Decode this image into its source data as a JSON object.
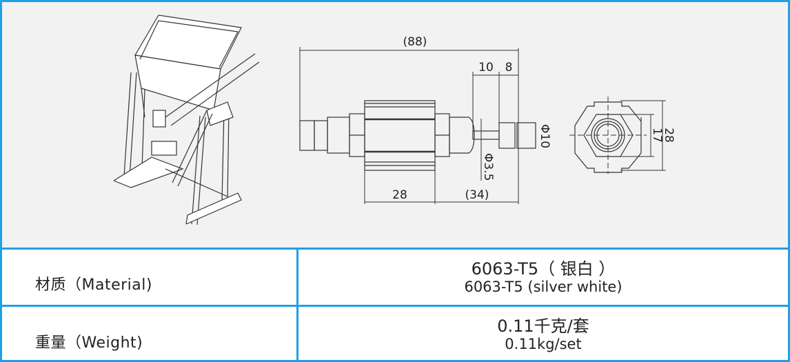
{
  "drawing": {
    "dimensions": {
      "overall_length": "(88)",
      "shaft_length": "10",
      "end_length": "8",
      "end_diameter": "Φ10",
      "shaft_diameter": "Φ3.5",
      "body_length": "28",
      "right_length": "(34)",
      "hex_size": "17",
      "profile_size": "28"
    }
  },
  "specs": [
    {
      "label": "材质（Material)",
      "value_cn": "6063-T5（ 银白 ）",
      "value_en": "6063-T5 (silver white)"
    },
    {
      "label": "重量（Weight)",
      "value_cn": "0.11千克/套",
      "value_en": "0.11kg/set"
    }
  ],
  "colors": {
    "border": "#1ea0e6",
    "drawing_bg": "#f2f2f2",
    "line": "#333333"
  }
}
